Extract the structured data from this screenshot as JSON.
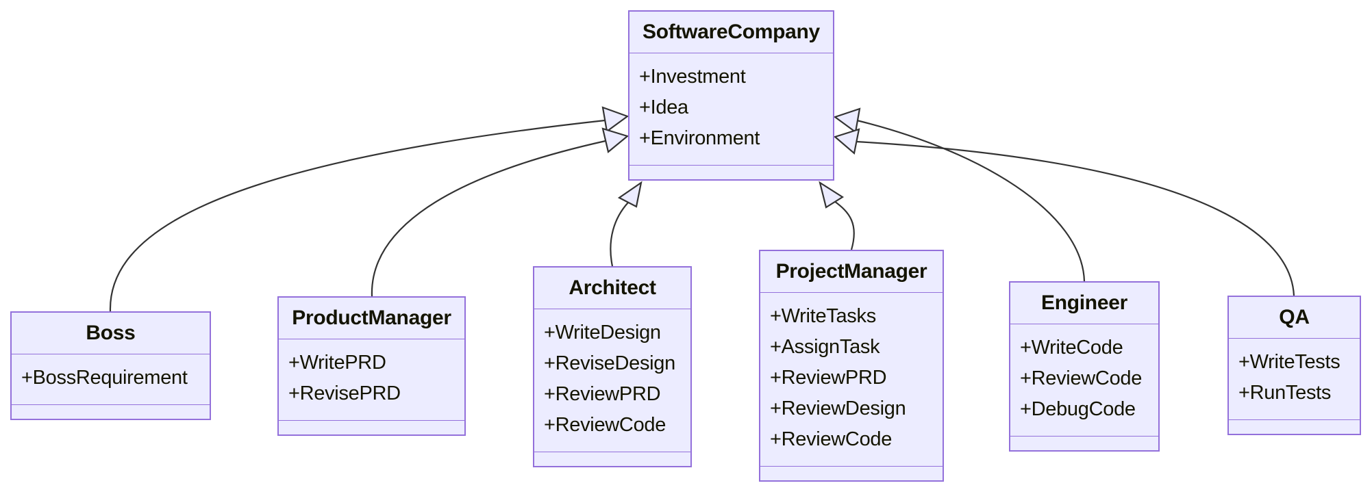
{
  "diagram": {
    "type": "uml-class-diagram",
    "description": "Class inheritance diagram: Boss, ProductManager, Architect, ProjectManager, Engineer and QA inherit from SoftwareCompany",
    "colors": {
      "node_fill": "#ECECFF",
      "node_border": "#9370DB",
      "edge_line": "#333333",
      "text": "#131300",
      "background": "#FFFFFF"
    }
  },
  "classes": [
    {
      "id": "software-company",
      "name": "SoftwareCompany",
      "attributes": [
        "+Investment",
        "+Idea",
        "+Environment"
      ]
    },
    {
      "id": "boss",
      "name": "Boss",
      "attributes": [
        "+BossRequirement"
      ]
    },
    {
      "id": "product-manager",
      "name": "ProductManager",
      "attributes": [
        "+WritePRD",
        "+RevisePRD"
      ]
    },
    {
      "id": "architect",
      "name": "Architect",
      "attributes": [
        "+WriteDesign",
        "+ReviseDesign",
        "+ReviewPRD",
        "+ReviewCode"
      ]
    },
    {
      "id": "project-manager",
      "name": "ProjectManager",
      "attributes": [
        "+WriteTasks",
        "+AssignTask",
        "+ReviewPRD",
        "+ReviewDesign",
        "+ReviewCode"
      ]
    },
    {
      "id": "engineer",
      "name": "Engineer",
      "attributes": [
        "+WriteCode",
        "+ReviewCode",
        "+DebugCode"
      ]
    },
    {
      "id": "qa",
      "name": "QA",
      "attributes": [
        "+WriteTests",
        "+RunTests"
      ]
    }
  ],
  "relationships": [
    {
      "from": "Boss",
      "to": "SoftwareCompany",
      "type": "inheritance"
    },
    {
      "from": "ProductManager",
      "to": "SoftwareCompany",
      "type": "inheritance"
    },
    {
      "from": "Architect",
      "to": "SoftwareCompany",
      "type": "inheritance"
    },
    {
      "from": "ProjectManager",
      "to": "SoftwareCompany",
      "type": "inheritance"
    },
    {
      "from": "Engineer",
      "to": "SoftwareCompany",
      "type": "inheritance"
    },
    {
      "from": "QA",
      "to": "SoftwareCompany",
      "type": "inheritance"
    }
  ]
}
